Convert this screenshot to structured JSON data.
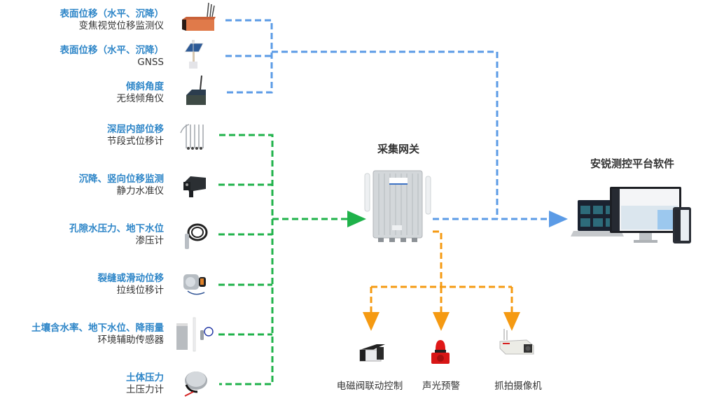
{
  "colors": {
    "label_blue": "#2e86c8",
    "line_blue": "#5b9be6",
    "line_green": "#1fb24a",
    "line_orange": "#f59a12"
  },
  "sensors_wireless": [
    {
      "measure": "表面位移（水平、沉降）",
      "device": "变焦视觉位移监测仪",
      "icon": "camera-monitor-icon"
    },
    {
      "measure": "表面位移（水平、沉降）",
      "device": "GNSS",
      "icon": "gnss-receiver-icon"
    },
    {
      "measure": "倾斜角度",
      "device": "无线倾角仪",
      "icon": "inclinometer-icon"
    }
  ],
  "sensors_wired": [
    {
      "measure": "深层内部位移",
      "device": "节段式位移计",
      "icon": "segment-displacement-meter-icon"
    },
    {
      "measure": "沉降、竖向位移监测",
      "device": "静力水准仪",
      "icon": "hydrostatic-level-icon"
    },
    {
      "measure": "孔隙水压力、地下水位",
      "device": "渗压计",
      "icon": "piezometer-icon"
    },
    {
      "measure": "裂缝或滑动位移",
      "device": "拉线位移计",
      "icon": "draw-wire-sensor-icon"
    },
    {
      "measure": "土壤含水率、地下水位、降雨量",
      "device": "环境辅助传感器",
      "icon": "environment-sensor-icon"
    },
    {
      "measure": "土体压力",
      "device": "土压力计",
      "icon": "earth-pressure-cell-icon"
    }
  ],
  "gateway": {
    "title": "采集网关",
    "icon": "gateway-icon"
  },
  "platform": {
    "title": "安锐测控平台软件",
    "icon": "multi-device-platform-icon"
  },
  "outputs": [
    {
      "label": "电磁阀联动控制",
      "icon": "solenoid-valve-icon"
    },
    {
      "label": "声光预警",
      "icon": "alarm-light-icon"
    },
    {
      "label": "抓拍摄像机",
      "icon": "snapshot-camera-icon"
    }
  ]
}
